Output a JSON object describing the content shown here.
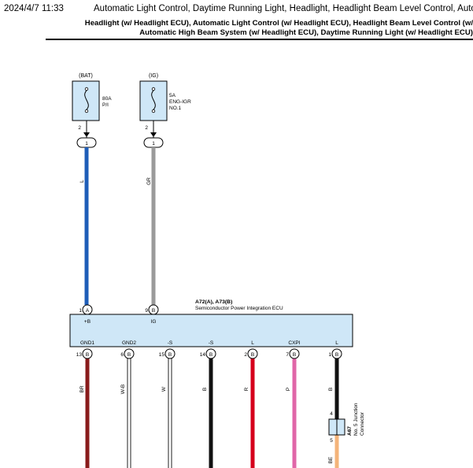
{
  "header": {
    "datetime": "2024/4/7 11:33",
    "title": "Automatic Light Control, Daytime Running Light, Headlight, Headlight Beam Level Control, Auto High",
    "subtitle_line1": "Headlight (w/ Headlight ECU), Automatic Light Control (w/ Headlight ECU), Headlight Beam Level Control (w/",
    "subtitle_line2": "Automatic High Beam System  (w/ Headlight ECU), Daytime Running Light (w/ Headlight ECU)"
  },
  "diagram": {
    "fuses": [
      {
        "source": "(BAT)",
        "rating": "80A",
        "name": "P/I",
        "name2": "",
        "out_pin": "2",
        "connector_pin": "1",
        "wire_color": "L"
      },
      {
        "source": "(IG)",
        "rating": "5A",
        "name": "ENG-IGR",
        "name2": "NO.1",
        "out_pin": "2",
        "connector_pin": "1",
        "wire_color": "GR"
      }
    ],
    "ecu": {
      "connector_ids": "A72(A), A73(B)",
      "name": "Semiconductor Power Integration ECU",
      "inputs": [
        {
          "pin": "1",
          "conn": "A",
          "label": "+B"
        },
        {
          "pin": "9",
          "conn": "B",
          "label": "IG"
        }
      ],
      "outputs": [
        {
          "pin": "13",
          "conn": "B",
          "label": "GND1",
          "wire": "BR"
        },
        {
          "pin": "6",
          "conn": "B",
          "label": "GND2",
          "wire": "W-B"
        },
        {
          "pin": "15",
          "conn": "B",
          "label": "-S",
          "wire": "W"
        },
        {
          "pin": "14",
          "conn": "B",
          "label": "-S",
          "wire": "B"
        },
        {
          "pin": "2",
          "conn": "B",
          "label": "L",
          "wire": "R"
        },
        {
          "pin": "7",
          "conn": "B",
          "label": "CXPI",
          "wire": "P"
        },
        {
          "pin": "1",
          "conn": "B",
          "label": "L",
          "wire": "B"
        }
      ]
    },
    "junction": {
      "id": "A67",
      "name_line1": "No. 5 Junction",
      "name_line2": "Connector",
      "pin_top": "4",
      "pin_bottom": "5",
      "wire_below": "BE"
    }
  },
  "colors": {
    "box_fill": "#cfe7f7",
    "wire_L": "#1e5db8",
    "wire_GR": "#9a9a9a",
    "wire_BR": "#8a1c1c",
    "wire_B": "#111111",
    "wire_R": "#d6001c",
    "wire_P": "#e066a8",
    "wire_BE": "#f4b47a"
  }
}
